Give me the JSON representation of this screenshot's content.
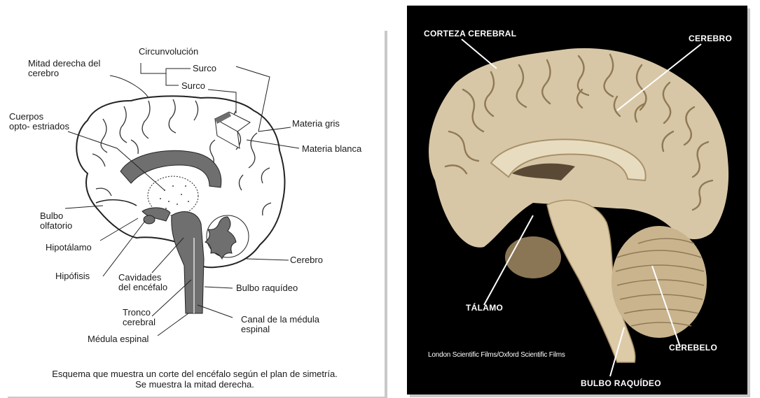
{
  "left_diagram": {
    "labels": {
      "circunvolucion": "Circunvolución",
      "surco_1": "Surco",
      "surco_2": "Surco",
      "mitad_derecha": "Mitad derecha del\ncerebro",
      "cuerpos": "Cuerpos\nopto- estriados",
      "materia_gris": "Materia gris",
      "materia_blanca": "Materia blanca",
      "bulbo_olfatorio": "Bulbo\nolfatorio",
      "hipotalamo": "Hipotálamo",
      "hipofisis": "Hipófisis",
      "cavidades": "Cavidades\ndel encéfalo",
      "cerebro": "Cerebro",
      "bulbo_raquideo": "Bulbo raquídeo",
      "tronco": "Tronco\ncerebral",
      "canal": "Canal de la médula\nespinal",
      "medula": "Médula espinal"
    },
    "caption": "Esquema que muestra un corte del encéfalo según el plan de simetría.\nSe muestra la mitad derecha."
  },
  "right_photo": {
    "labels": {
      "corteza": "CORTEZA CEREBRAL",
      "cerebro": "CEREBRO",
      "talamo": "TÁLAMO",
      "cerebelo": "CEREBELO",
      "bulbo": "BULBO RAQUÍDEO"
    },
    "credit": "London Scientific Films/Oxford Scientific Films"
  },
  "colors": {
    "tissue": "#d8c7a6",
    "tissue_dark": "#a8916a",
    "background_photo": "#000000",
    "diagram_gray": "#6f6f6f"
  }
}
